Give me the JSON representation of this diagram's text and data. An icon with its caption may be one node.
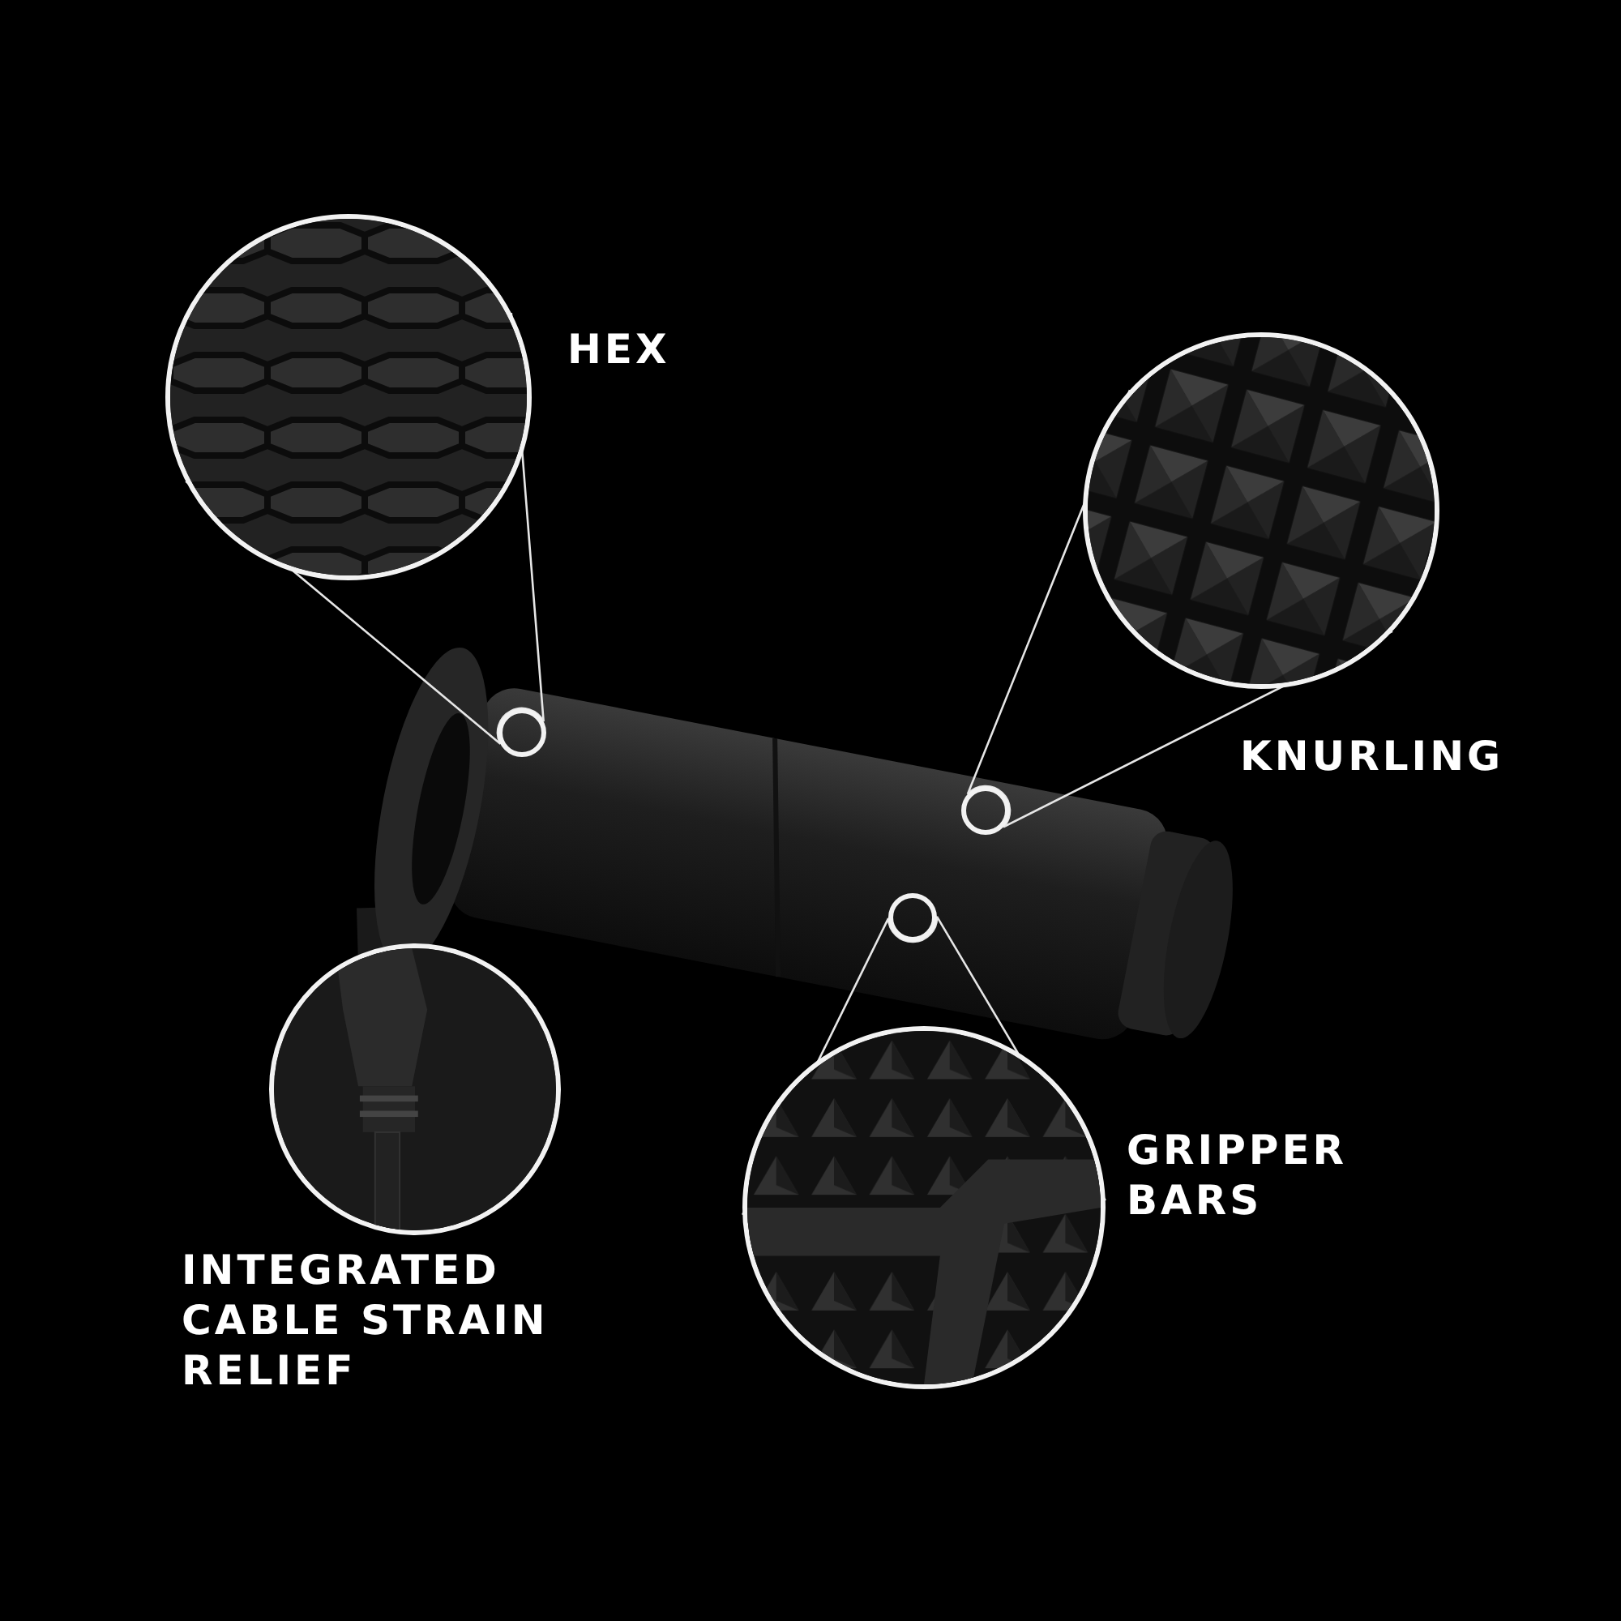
{
  "diagram": {
    "nodes": [
      {
        "text": [],
        "shape": "picture",
        "beside": [
          "HEX"
        ]
      },
      {
        "text": [],
        "shape": "picture",
        "beside": [
          "KNURLING"
        ]
      },
      {
        "text": [],
        "shape": "picture",
        "beside": [
          "GRIPPER BARS"
        ]
      },
      {
        "text": [],
        "shape": "picture",
        "beside": [
          "INTEGRATED CABLE STRAIN RELIEF"
        ]
      },
      {
        "text": [],
        "shape": "circle"
      },
      {
        "text": [],
        "shape": "circle"
      },
      {
        "text": [],
        "shape": "circle"
      }
    ],
    "edges": [
      {
        "from": 4,
        "to": 0,
        "arrow": "none"
      },
      {
        "from": 5,
        "to": 1,
        "arrow": "none"
      },
      {
        "from": 6,
        "to": 2,
        "arrow": "none"
      }
    ]
  }
}
